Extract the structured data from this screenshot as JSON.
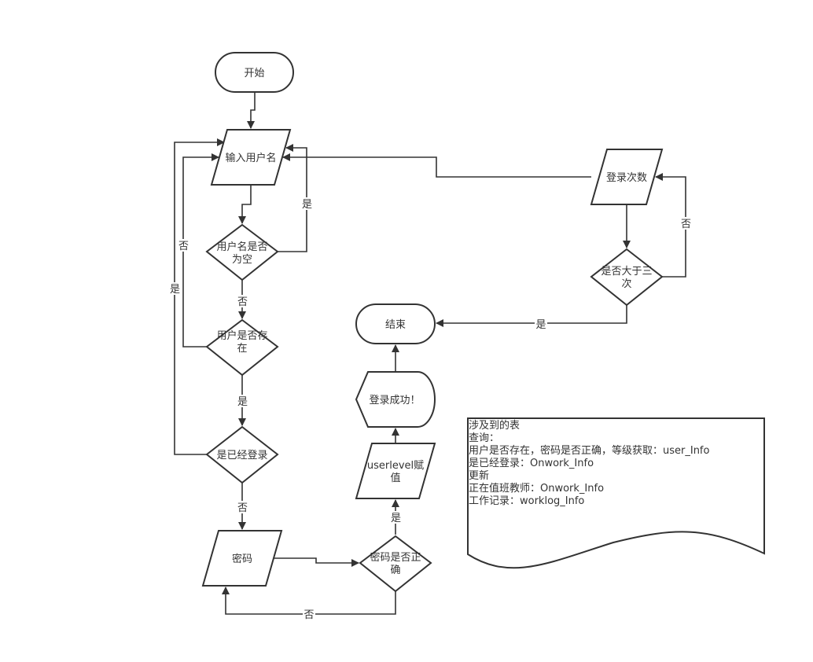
{
  "nodes": {
    "start": "开始",
    "input_username": "输入用户名",
    "username_empty": [
      "用户名是否",
      "为空"
    ],
    "user_exists": [
      "用户是否存",
      "在"
    ],
    "logged_in": "是已经登录",
    "password": "密码",
    "password_correct": [
      "密码是否正",
      "确"
    ],
    "userlevel_assign": [
      "userlevel赋",
      "值"
    ],
    "login_success": "登录成功！",
    "end": "结束",
    "login_count": "登录次数",
    "more_than_three": [
      "是否大于三",
      "次"
    ]
  },
  "edge_labels": {
    "yes": "是",
    "no": "否"
  },
  "note": {
    "lines": [
      "涉及到的表",
      "查询：",
      "用户是否存在，密码是否正确，等级获取：user_Info",
      "是已经登录：Onwork_Info",
      "更新",
      "正在值班教师：Onwork_Info",
      "工作记录：worklog_Info"
    ]
  }
}
